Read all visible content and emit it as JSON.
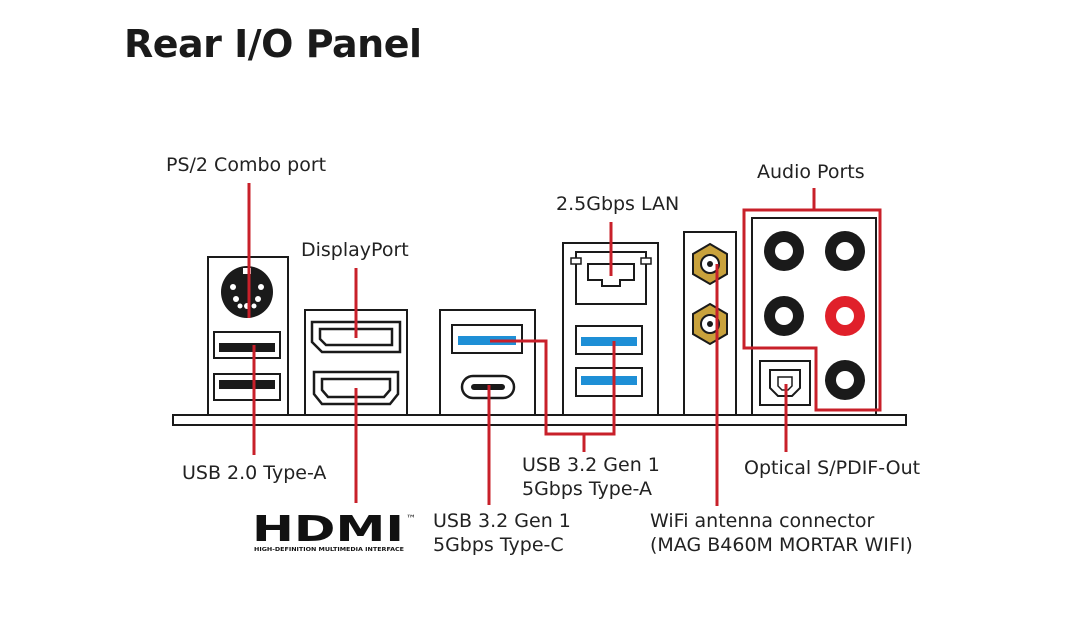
{
  "title": "Rear I/O Panel",
  "colors": {
    "leader": "#c8202a",
    "outline": "#1a1a1a",
    "usb3_blue": "#1e8fd6",
    "audio_red": "#e0202a",
    "antenna_gold": "#c9a23c"
  },
  "labels": {
    "ps2": "PS/2 Combo port",
    "displayport": "DisplayPort",
    "lan": "2.5Gbps LAN",
    "audio": "Audio Ports",
    "usb2": "USB 2.0 Type-A",
    "usb32a_line1": "USB 3.2 Gen 1",
    "usb32a_line2": "5Gbps Type-A",
    "usb32c_line1": "USB 3.2 Gen 1",
    "usb32c_line2": "5Gbps Type-C",
    "optical": "Optical S/PDIF-Out",
    "wifi_line1": "WiFi antenna connector",
    "wifi_line2": "(MAG B460M MORTAR WIFI)"
  },
  "hdmi_logo": {
    "mark": "HDMI",
    "trademark": "™",
    "subtitle": "HIGH-DEFINITION MULTIMEDIA INTERFACE"
  }
}
